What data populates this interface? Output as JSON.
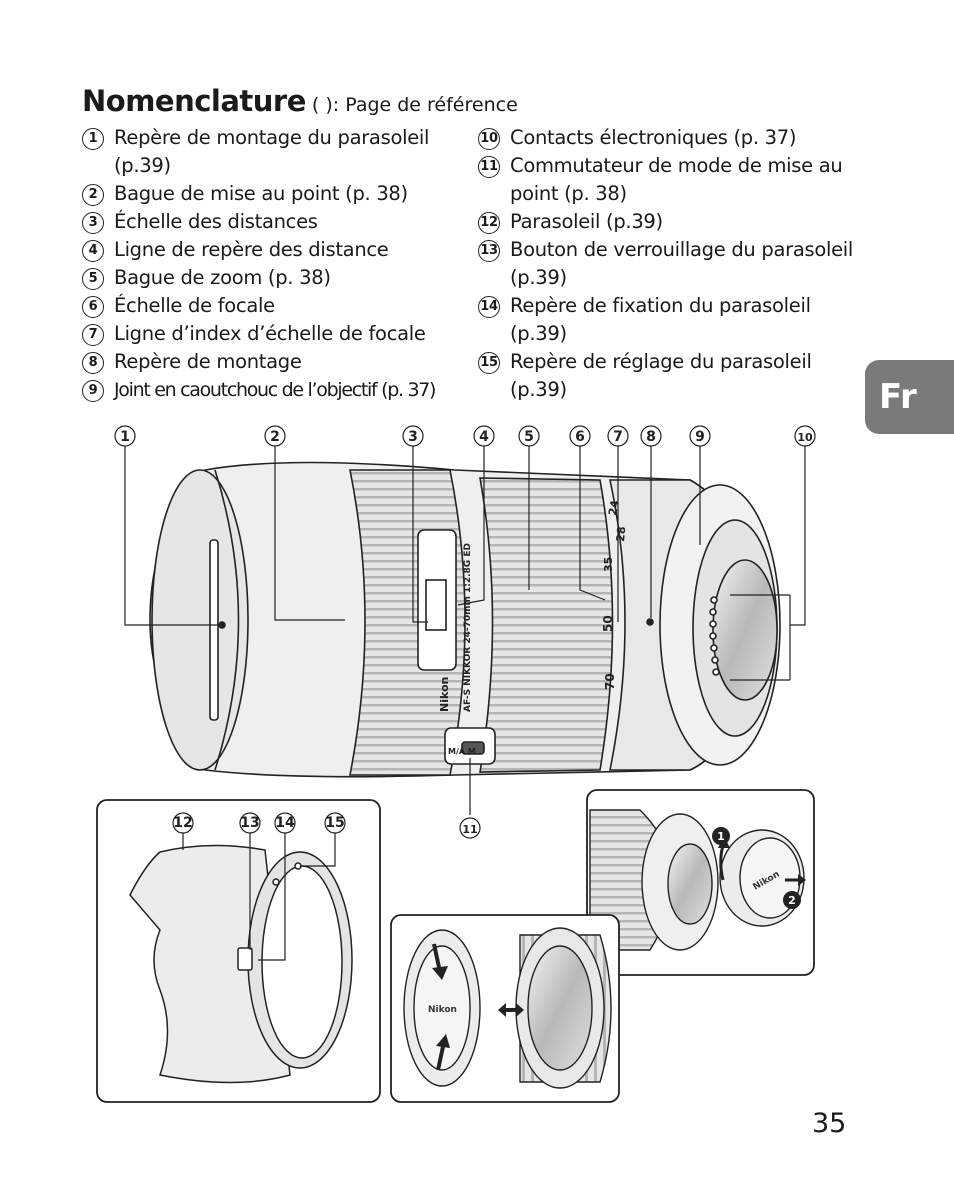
{
  "title": "Nomenclature",
  "subtitle": "( ): Page de référence",
  "items_left": [
    {
      "num": "1",
      "text": "Repère de montage du parasoleil (p.39)"
    },
    {
      "num": "2",
      "text": "Bague de mise au point (p. 38)"
    },
    {
      "num": "3",
      "text": "Échelle des distances"
    },
    {
      "num": "4",
      "text": "Ligne de repère des distance"
    },
    {
      "num": "5",
      "text": "Bague de zoom (p. 38)"
    },
    {
      "num": "6",
      "text": "Échelle de focale"
    },
    {
      "num": "7",
      "text": "Ligne d’index d’échelle de focale"
    },
    {
      "num": "8",
      "text": "Repère de montage"
    },
    {
      "num": "9",
      "text": "Joint en caoutchouc de l’objectif (p. 37)"
    }
  ],
  "items_right": [
    {
      "num": "10",
      "text": "Contacts électroniques (p. 37)"
    },
    {
      "num": "11",
      "text": "Commutateur de mode de mise au point (p. 38)"
    },
    {
      "num": "12",
      "text": "Parasoleil (p.39)"
    },
    {
      "num": "13",
      "text": "Bouton de verrouillage du parasoleil (p.39)"
    },
    {
      "num": "14",
      "text": "Repère de fixation du parasoleil (p.39)"
    },
    {
      "num": "15",
      "text": "Repère de réglage du parasoleil (p.39)"
    }
  ],
  "language_tab": "Fr",
  "page_number": "35",
  "diagram": {
    "callouts_top": [
      "1",
      "2",
      "3",
      "4",
      "5",
      "6",
      "7",
      "8",
      "9",
      "10"
    ],
    "callout_switch": "11",
    "callouts_hood": [
      "12",
      "13",
      "14",
      "15"
    ],
    "step_numbers": [
      "1",
      "2"
    ],
    "lens_markings": {
      "brand": "Nikon",
      "model": "AF-S NIKKOR 24-70mm 1:2.8G ED",
      "focal_marks": [
        "24",
        "28",
        "35",
        "50",
        "70"
      ],
      "switch_label": "M/A  M",
      "cap_brand": "Nikon",
      "rear_cap_brand": "Nikon"
    }
  },
  "colors": {
    "tab_bg": "#7a7a7a",
    "text": "#1a1a1a",
    "line_art": "#222222",
    "lens_fill": "#e9e9e9"
  }
}
